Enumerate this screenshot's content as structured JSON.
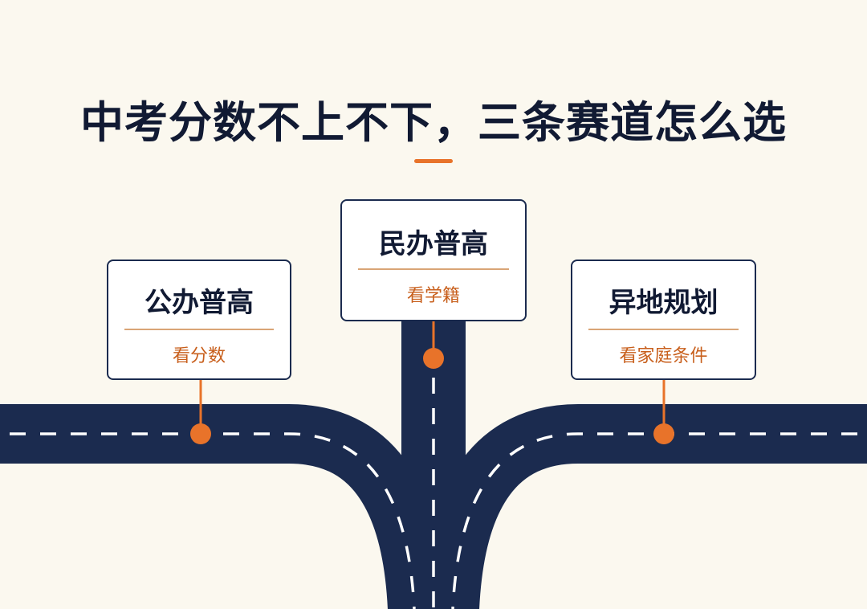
{
  "title": "中考分数不上不下，三条赛道怎么选",
  "colors": {
    "background": "#fbf8ef",
    "road": "#1b2b4f",
    "lane_marking": "#ffffff",
    "accent": "#e8732a",
    "title_text": "#111a33",
    "tag_text": "#c85f1c"
  },
  "routes": [
    {
      "id": "left",
      "name": "公办普高",
      "tag": "看分数"
    },
    {
      "id": "center",
      "name": "民办普高",
      "tag": "看学籍"
    },
    {
      "id": "right",
      "name": "异地规划",
      "tag": "看家庭条件"
    }
  ]
}
